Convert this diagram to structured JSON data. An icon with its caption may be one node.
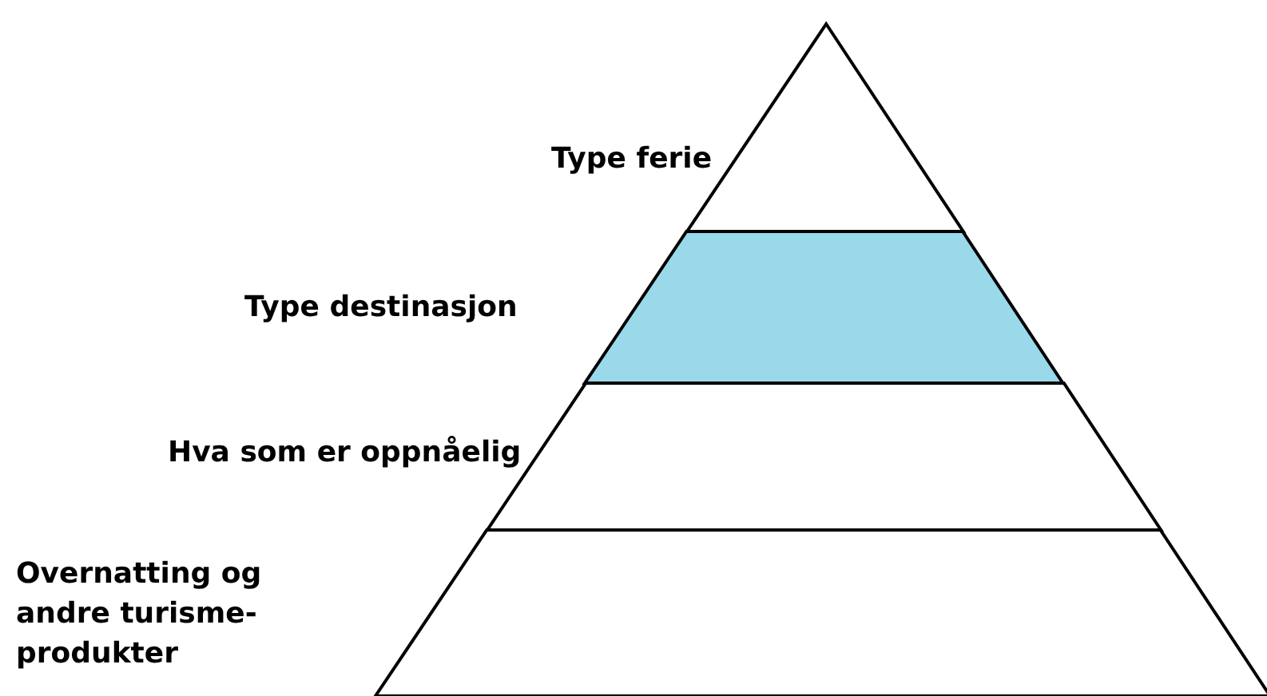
{
  "diagram": {
    "nodes": [
      {
        "text": [
          "Type ferie"
        ]
      },
      {
        "text": [
          "Type destinasjon"
        ]
      },
      {
        "text": [
          "Hva som er oppnåelig"
        ]
      },
      {
        "text": [
          "Overnatting og andre turisme-produkter"
        ]
      }
    ]
  }
}
